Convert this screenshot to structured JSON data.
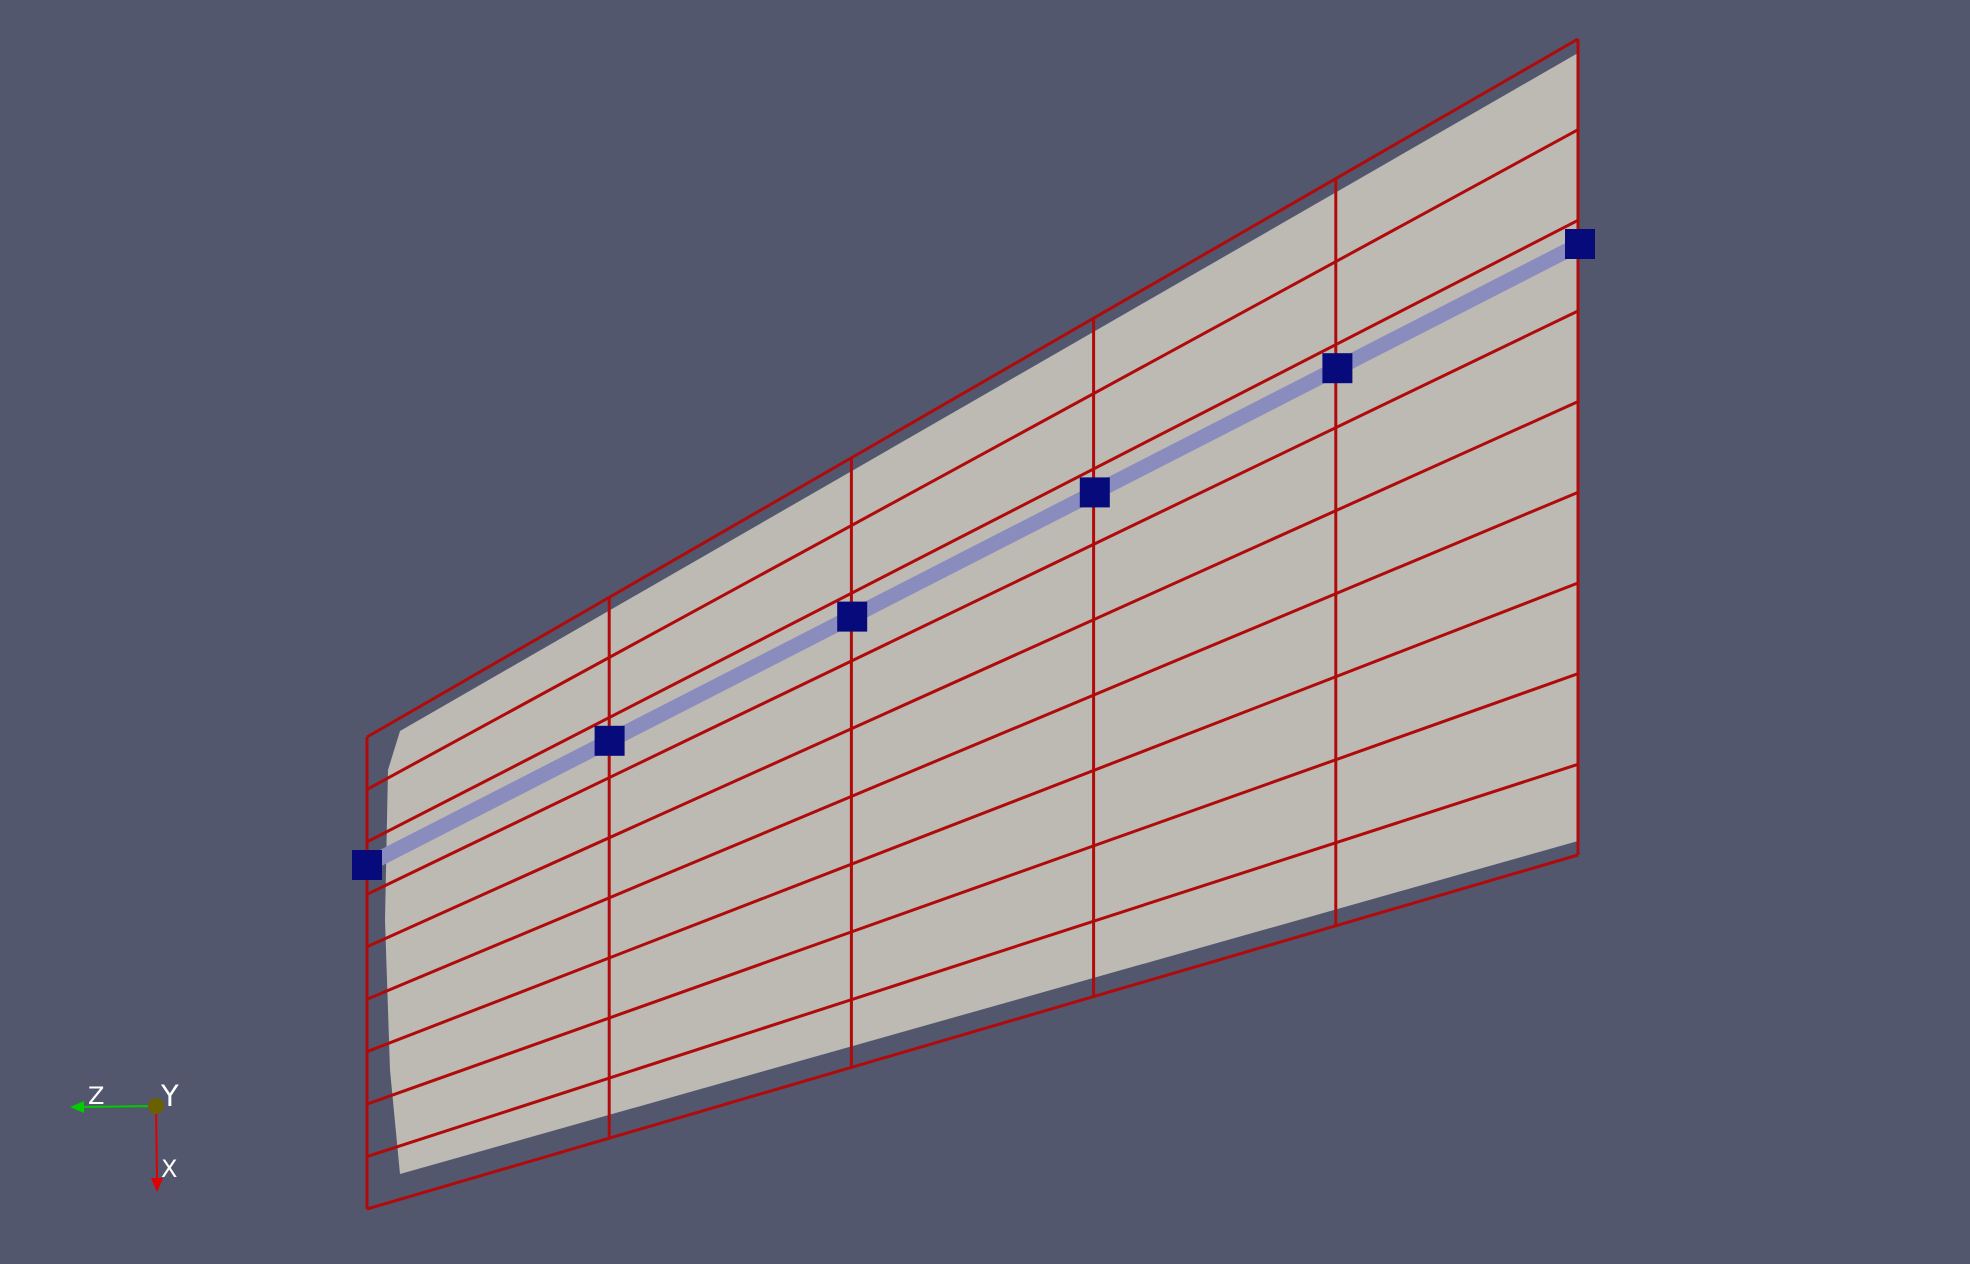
{
  "viewport": {
    "background_color": "#52576e",
    "surface_color": "#bdbab4",
    "lattice_color": "#b00a0a",
    "spar_color": "#8a8cbe",
    "control_point_color": "#070a7a"
  },
  "lattice": {
    "spanwise_divisions": 5,
    "chordwise_divisions": 9
  },
  "spar": {
    "control_point_count": 6
  },
  "orientation_axes": {
    "z_label": "Z",
    "y_label": "Y",
    "x_label": "X",
    "z_color": "#00cc00",
    "y_color": "#6b6000",
    "x_color": "#e00000"
  }
}
